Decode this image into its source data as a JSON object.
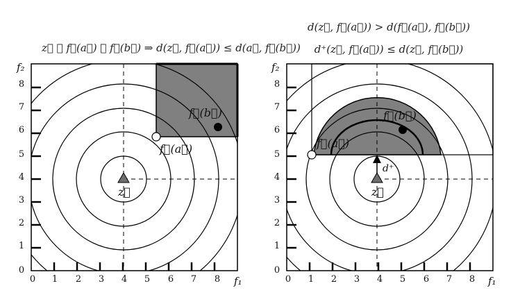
{
  "left_panel": {
    "title": "z⃗ ≺ f⃗(a⃗) ≺ f⃗(b⃗) ⇒ d(z⃗, f⃗(a⃗)) ≤ d(a⃗, f⃗(b⃗))",
    "x_axis_label": "f₁",
    "y_axis_label": "f₂",
    "x_ticks": [
      "0",
      "1",
      "2",
      "3",
      "4",
      "5",
      "6",
      "7",
      "8"
    ],
    "y_ticks": [
      "0",
      "1",
      "2",
      "3",
      "4",
      "5",
      "6",
      "7",
      "8"
    ],
    "point_a_label": "f⃗(a⃗)",
    "point_b_label": "f⃗(b⃗)",
    "reference_label": "z⃗"
  },
  "right_panel": {
    "title_line1": "d(z⃗, f⃗(a⃗)) > d(f⃗(a⃗), f⃗(b⃗))",
    "title_line2": "d⁺(z⃗, f⃗(a⃗)) ≤ d(z⃗, f⃗(b⃗))",
    "x_axis_label": "f₁",
    "y_axis_label": "f₂",
    "x_ticks": [
      "0",
      "1",
      "2",
      "3",
      "4",
      "5",
      "6",
      "7",
      "8"
    ],
    "y_ticks": [
      "0",
      "1",
      "2",
      "3",
      "4",
      "5",
      "6",
      "7",
      "8"
    ],
    "point_a_label": "f⃗(a⃗)",
    "point_b_label": "f⃗(b⃗)",
    "reference_label": "z⃗",
    "d_plus_label": "d⁺"
  },
  "colors": {
    "shaded_region": "#808080",
    "reference_marker": "#6e6e6e",
    "line": "#000000"
  }
}
